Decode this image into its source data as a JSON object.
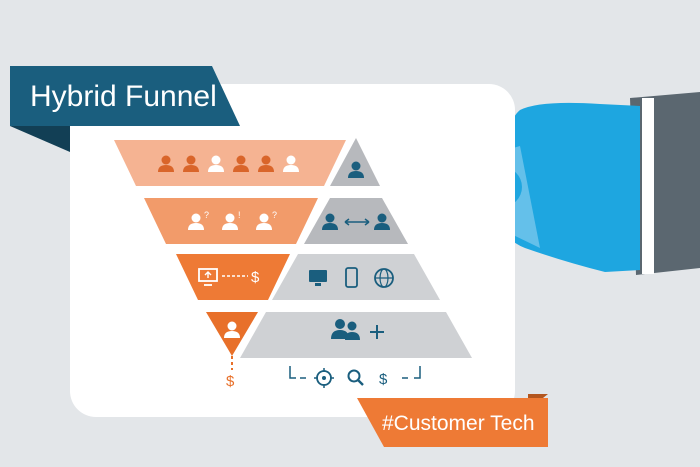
{
  "title": "Hybrid Funnel",
  "tag": "#Customer Tech",
  "colors": {
    "background": "#e3e6e9",
    "card": "#ffffff",
    "title_bg": "#1a5e7e",
    "tag_bg": "#ee7a35",
    "funnel_light": "#f5b392",
    "funnel_mid": "#f29b6a",
    "funnel_orange": "#ee7a35",
    "funnel_dark": "#e8702a",
    "pyramid_gray": "#b7b9bd",
    "pyramid_light": "#cfd1d4",
    "icon_blue": "#1a5e7e",
    "hand_blue": "#1ea6e0",
    "sleeve_gray": "#5b6770"
  },
  "funnel": {
    "tiers": [
      {
        "icons": [
          "person-icon",
          "person-icon",
          "person-icon",
          "person-icon",
          "person-icon",
          "person-icon"
        ]
      },
      {
        "icons": [
          "person-question-icon",
          "person-exclaim-icon",
          "person-question-icon"
        ]
      },
      {
        "icons": [
          "monitor-upload-icon",
          "dashed-link",
          "dollar-icon"
        ],
        "dollar": "$"
      },
      {
        "icons": [
          "person-icon"
        ]
      }
    ],
    "bottom_dollar": "$"
  },
  "pyramid": {
    "tiers": [
      {
        "icons": [
          "person-icon"
        ]
      },
      {
        "icons": [
          "person-icon",
          "double-arrow-icon",
          "person-icon"
        ]
      },
      {
        "icons": [
          "monitor-icon",
          "phone-icon",
          "globe-icon"
        ]
      },
      {
        "icons": [
          "group-icon",
          "plus-icon"
        ]
      }
    ],
    "bottom_row": [
      "target-icon",
      "search-icon",
      "dollar-icon"
    ],
    "bottom_dollar": "$"
  }
}
